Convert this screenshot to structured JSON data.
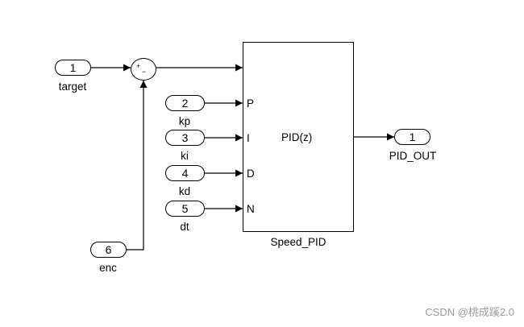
{
  "inports": [
    {
      "number": "1",
      "label": "target"
    },
    {
      "number": "2",
      "label": "kp"
    },
    {
      "number": "3",
      "label": "ki"
    },
    {
      "number": "4",
      "label": "kd"
    },
    {
      "number": "5",
      "label": "dt"
    },
    {
      "number": "6",
      "label": "enc"
    }
  ],
  "sum_block": {
    "signs": [
      "+",
      "−"
    ]
  },
  "subsystem": {
    "name": "Speed_PID",
    "content": "PID(z)",
    "ports": [
      "P",
      "I",
      "D",
      "N"
    ]
  },
  "outport": {
    "number": "1",
    "label": "PID_OUT"
  },
  "watermark": "CSDN @桃成蹊2.0",
  "colors": {
    "line": "#000000",
    "background": "#ffffff",
    "watermark": "#9a9a9a"
  }
}
